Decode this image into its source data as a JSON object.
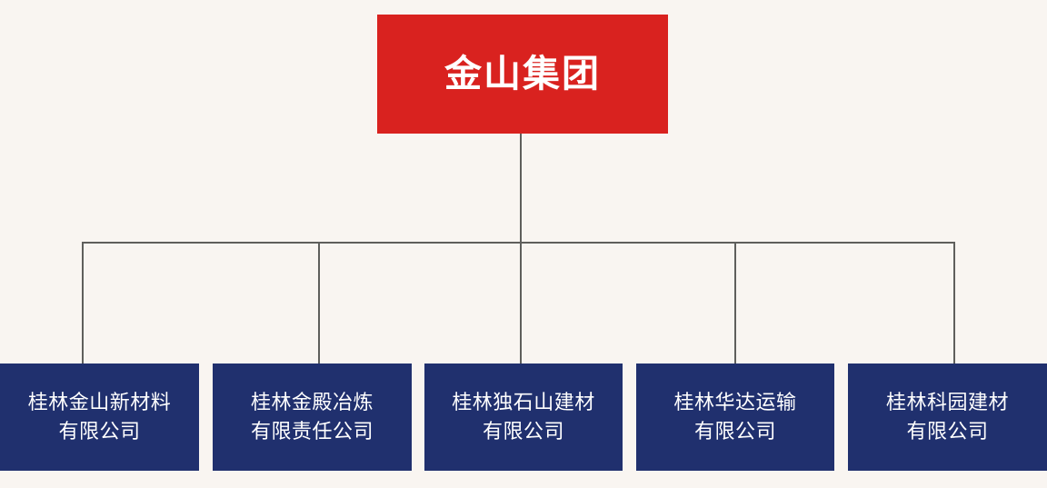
{
  "chart": {
    "type": "org-chart",
    "background_color": "#f9f5f1",
    "line_color": "#5f5f5c",
    "root": {
      "label": "金山集团",
      "fill_color": "#d9221f",
      "text_color": "#ffffff"
    },
    "children_fill_color": "#20306e",
    "children_text_color": "#ffffff",
    "children": [
      {
        "label": "桂林金山新材料\n有限公司"
      },
      {
        "label": "桂林金殿冶炼\n有限责任公司"
      },
      {
        "label": "桂林独石山建材\n有限公司"
      },
      {
        "label": "桂林华达运输\n有限公司"
      },
      {
        "label": "桂林科园建材\n有限公司"
      }
    ]
  }
}
